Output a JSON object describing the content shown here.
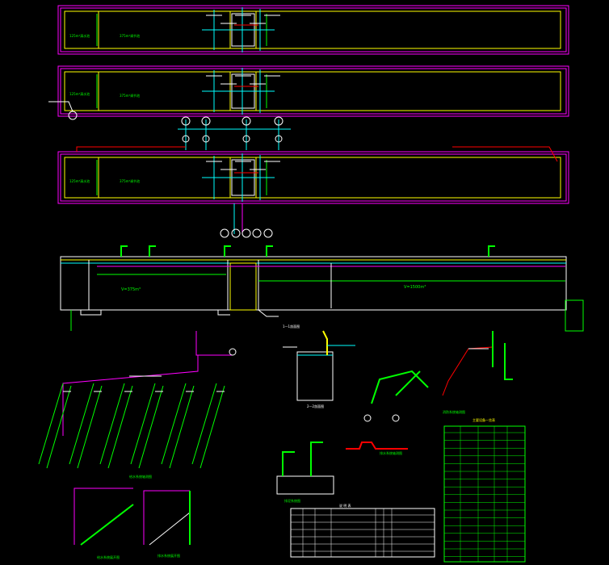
{
  "labels": {
    "plan_top_left": "125m³清水池",
    "plan_top_mid": "375m³调节池",
    "plan_mid_left": "125m³清水池",
    "plan_mid_mid": "375m³调节池",
    "plan_bot_left": "125m³清水池",
    "plan_bot_mid": "375m³调节池",
    "section_vol_left": "V=375m³",
    "section_vol_right": "V=1500m³",
    "section_title": "1—1剖面图",
    "section2_title": "2—2剖面图",
    "axon_left_title": "给水系统轴测图",
    "axon_right_title": "消防系统轴测图",
    "small_axon_title": "排水系统轴测图",
    "small2_title": "排泥系统图",
    "bl_title_1": "给水系统展开图",
    "bl_title_2": "排水系统展开图",
    "material_title": "主要设备一览表",
    "notes_header": "说 明 表"
  },
  "colors": {
    "magenta": "#ff00ff",
    "yellow": "#ffff00",
    "green": "#00ff00",
    "cyan": "#00ffff",
    "red": "#ff0000",
    "white": "#ffffff"
  }
}
